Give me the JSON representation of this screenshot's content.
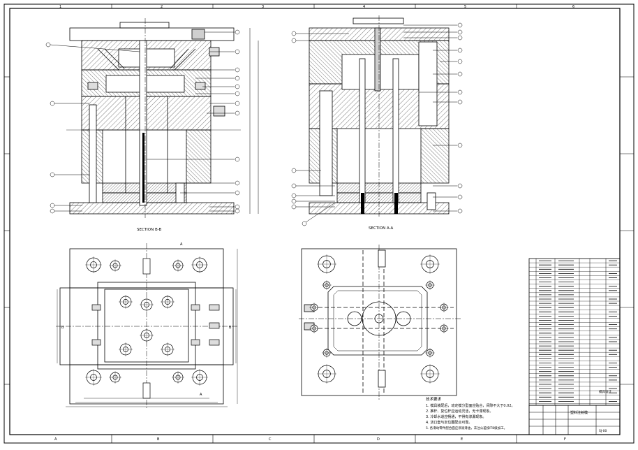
{
  "drawing": {
    "grid_cols_top": [
      "1",
      "2",
      "3",
      "4",
      "5",
      "6"
    ],
    "grid_cols_bottom": [
      "A",
      "B",
      "C",
      "D",
      "E",
      "F"
    ],
    "section_bb_label": "SECTION B-B",
    "section_aa_label": "SECTION A-A",
    "cut_mark_a": "A",
    "cut_mark_b": "B",
    "notes_title": "技术要求",
    "notes_lines": [
      "1. 模具装配后，动定模分型面应贴合，间隙不大于0.02。",
      "2. 推杆、复位杆应运动灵活，无卡滞现象。",
      "3. 冷却水道应畅通，不得有渗漏现象。",
      "4. 浇口套与定位圈配合可靠。",
      "5. 各滑动零件配合面应涂润滑油，未注公差按IT8级加工。"
    ],
    "title_block": {
      "drawing_name": "塑料注射模",
      "school": "模具设计",
      "drawing_no": "SJ-00"
    }
  }
}
